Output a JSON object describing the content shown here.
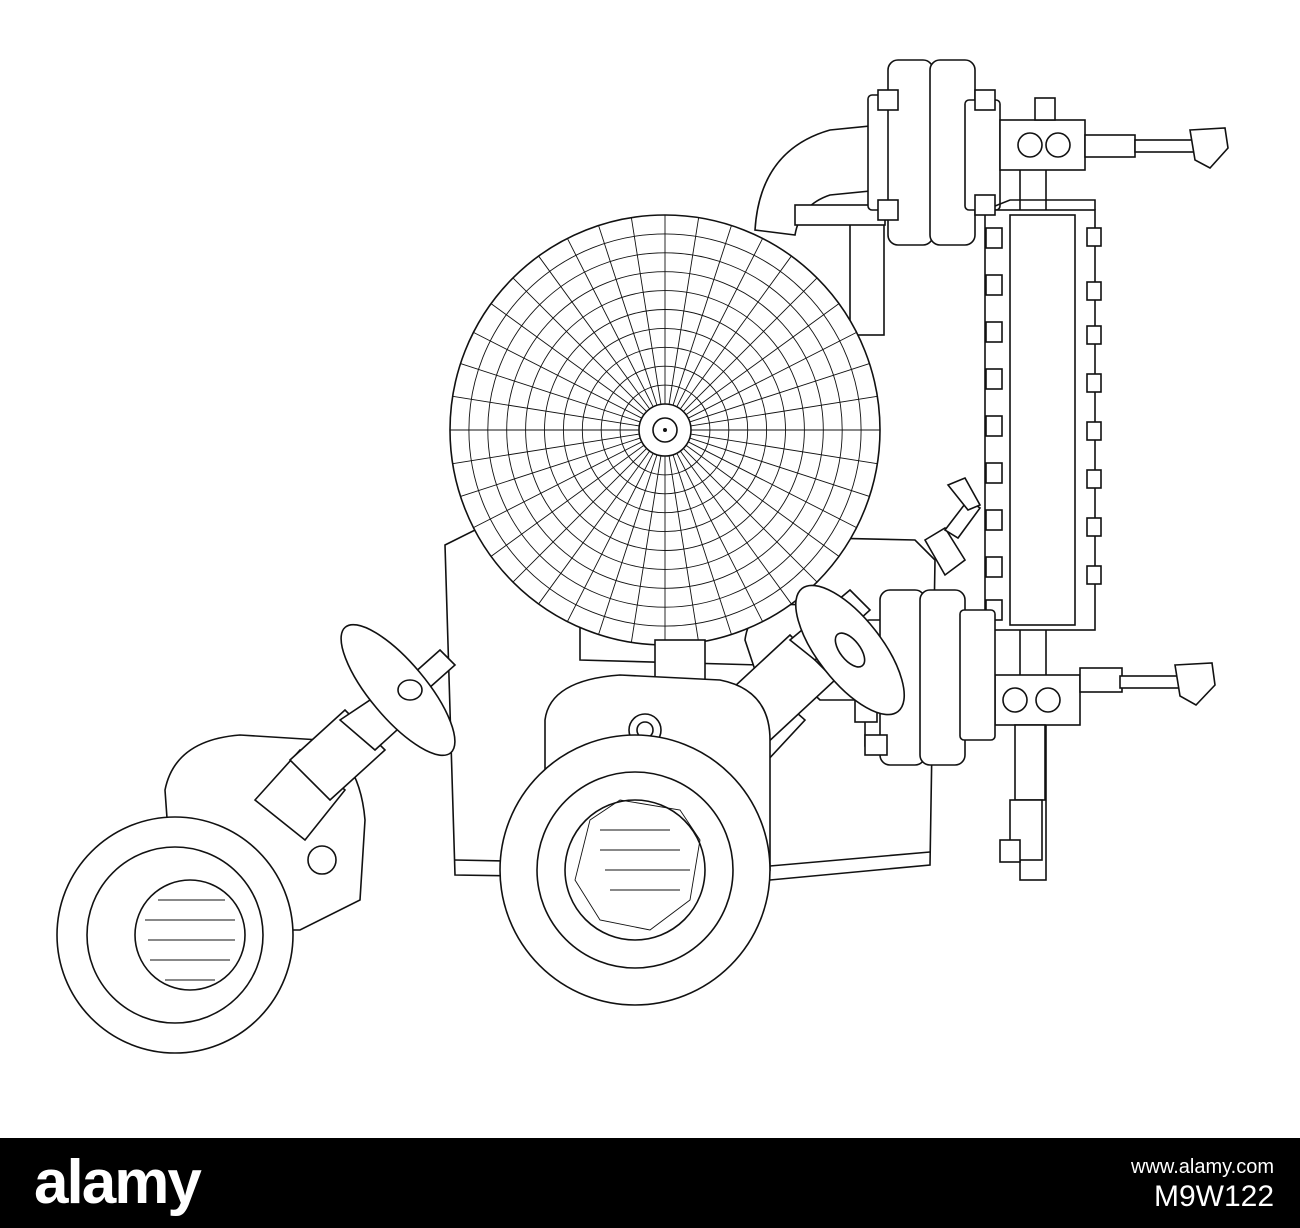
{
  "footer": {
    "logo_text": "alamy",
    "url": "www.alamy.com",
    "image_id": "M9W122"
  },
  "colors": {
    "line": "#111111",
    "background": "#ffffff",
    "footer_bg": "#000000",
    "footer_text": "#ffffff"
  }
}
